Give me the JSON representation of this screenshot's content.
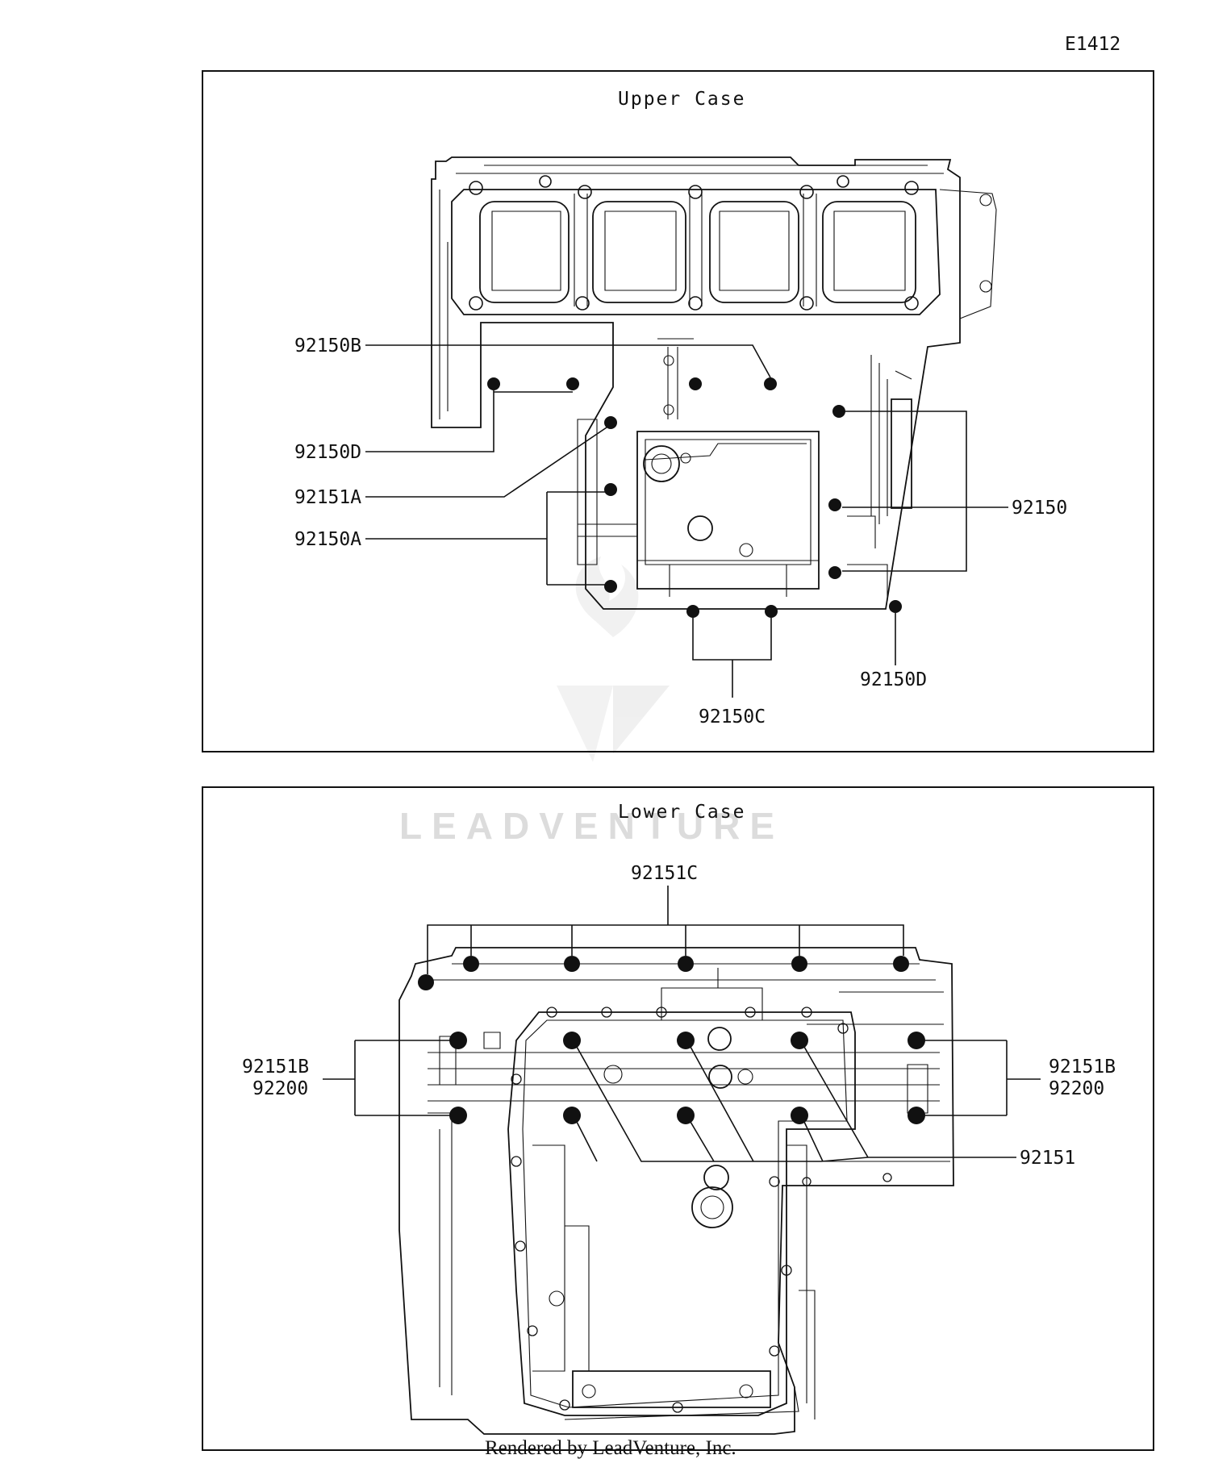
{
  "diagram_code": "E1412",
  "upper_panel": {
    "title": "Upper Case",
    "labels": {
      "p92150B": "92150B",
      "p92150D_left": "92150D",
      "p92151A": "92151A",
      "p92150A": "92150A",
      "p92150": "92150",
      "p92150D_right": "92150D",
      "p92150C": "92150C"
    }
  },
  "lower_panel": {
    "title": "Lower Case",
    "labels": {
      "p92151C": "92151C",
      "p92151B_left": "92151B",
      "p92200_left": "92200",
      "p92151B_right": "92151B",
      "p92200_right": "92200",
      "p92151": "92151"
    }
  },
  "watermark": "LEADVENTURE",
  "footer": "Rendered by LeadVenture, Inc."
}
